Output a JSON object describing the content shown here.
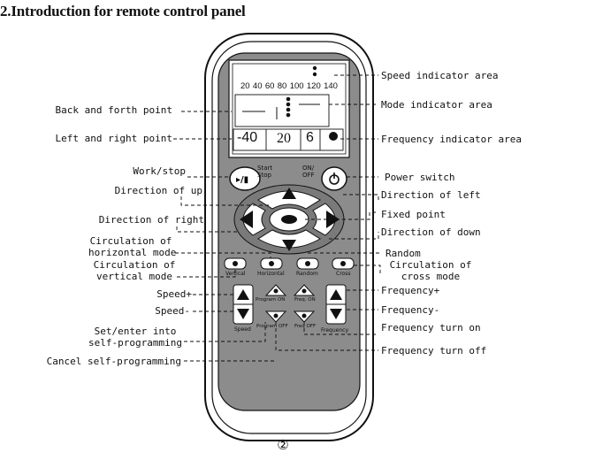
{
  "title": "2.Introduction for remote control panel",
  "page_number": "②",
  "lcd": {
    "speed_scale": [
      "20",
      "40",
      "60",
      "80",
      "100",
      "120",
      "140"
    ],
    "freq_left": "-40",
    "freq_mid": "20",
    "freq_right": "6"
  },
  "button_text": {
    "start_stop": "Start\nStop",
    "on_off": "ON/\nOFF",
    "vertical": "Vertical",
    "horizontal": "Horizontal",
    "random": "Random",
    "cross": "Cross",
    "program_on": "Program ON",
    "freq_on": "Freq. ON",
    "speed": "Speed",
    "program_off": "Program OFF",
    "freq_off": "Freq OFF",
    "frequency": "Frequency"
  },
  "left_labels": {
    "back_forth": "Back and forth point",
    "left_right": "Left and right point",
    "work_stop": "Work/stop",
    "dir_up": "Direction of up",
    "dir_right": "Direction of right",
    "circ_horiz_1": "Circulation of",
    "circ_horiz_2": "horizontal mode",
    "circ_vert_1": "Circulation of",
    "circ_vert_2": "vertical mode",
    "speed_plus": "Speed+",
    "speed_minus": "Speed-",
    "set_enter_1": "Set/enter into",
    "set_enter_2": "self-programming",
    "cancel_self": "Cancel self-programming"
  },
  "right_labels": {
    "speed_area": "Speed indicator area",
    "mode_area": "Mode indicator area",
    "freq_area": "Frequency indicator area",
    "power_switch": "Power switch",
    "dir_left": "Direction of left",
    "fixed_point": "Fixed point",
    "dir_down": "Direction of down",
    "random": "Random",
    "circ_cross_1": "Circulation of",
    "circ_cross_2": "cross mode",
    "freq_plus": "Frequency+",
    "freq_minus": "Frequency-",
    "freq_turn_on": "Frequency turn on",
    "freq_turn_off": "Frequency turn off"
  }
}
